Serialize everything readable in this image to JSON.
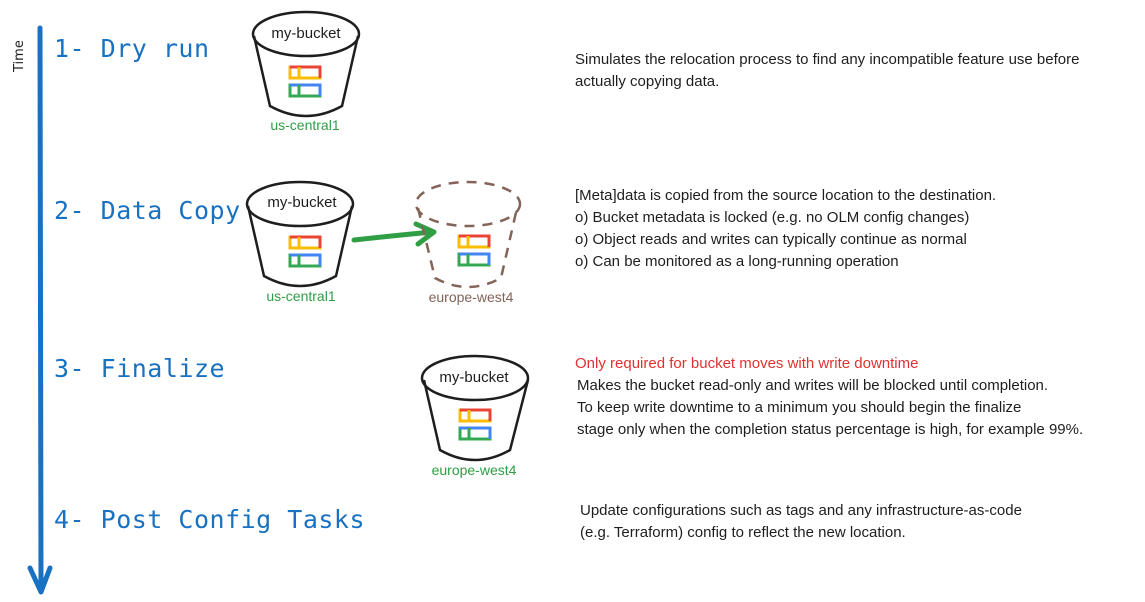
{
  "axis": {
    "label": "Time",
    "color": "#1971c2"
  },
  "colors": {
    "step_title": "#1971c2",
    "region_green": "#2f9e44",
    "region_brown": "#846358",
    "warning": "#e03131",
    "arrow": "#2f9e44"
  },
  "steps": [
    {
      "title": "1- Dry run",
      "description": [
        "Simulates the relocation process to find any incompatible feature use before",
        "actually copying data."
      ],
      "buckets": [
        {
          "name": "my-bucket",
          "region": "us-central1",
          "style": "solid"
        }
      ]
    },
    {
      "title": "2- Data Copy",
      "description": [
        "[Meta]data is copied from the source location to the destination.",
        "o) Bucket metadata is locked (e.g. no OLM config changes)",
        "o) Object reads and writes can typically continue as normal",
        "o) Can be monitored as a long-running operation"
      ],
      "buckets": [
        {
          "name": "my-bucket",
          "region": "us-central1",
          "style": "solid"
        },
        {
          "name": "",
          "region": "europe-west4",
          "style": "dashed"
        }
      ]
    },
    {
      "title": "3- Finalize",
      "warning": "Only required for bucket moves with write downtime",
      "description": [
        "Makes the bucket read-only and writes will be blocked until completion.",
        "To keep write downtime to a minimum you should begin the finalize",
        "stage only when the completion status percentage is high, for example 99%."
      ],
      "buckets": [
        {
          "name": "my-bucket",
          "region": "europe-west4",
          "style": "solid"
        }
      ]
    },
    {
      "title": "4- Post Config Tasks",
      "description": [
        "Update configurations such as tags and any infrastructure-as-code",
        "(e.g. Terraform) config to reflect the new location."
      ]
    }
  ]
}
